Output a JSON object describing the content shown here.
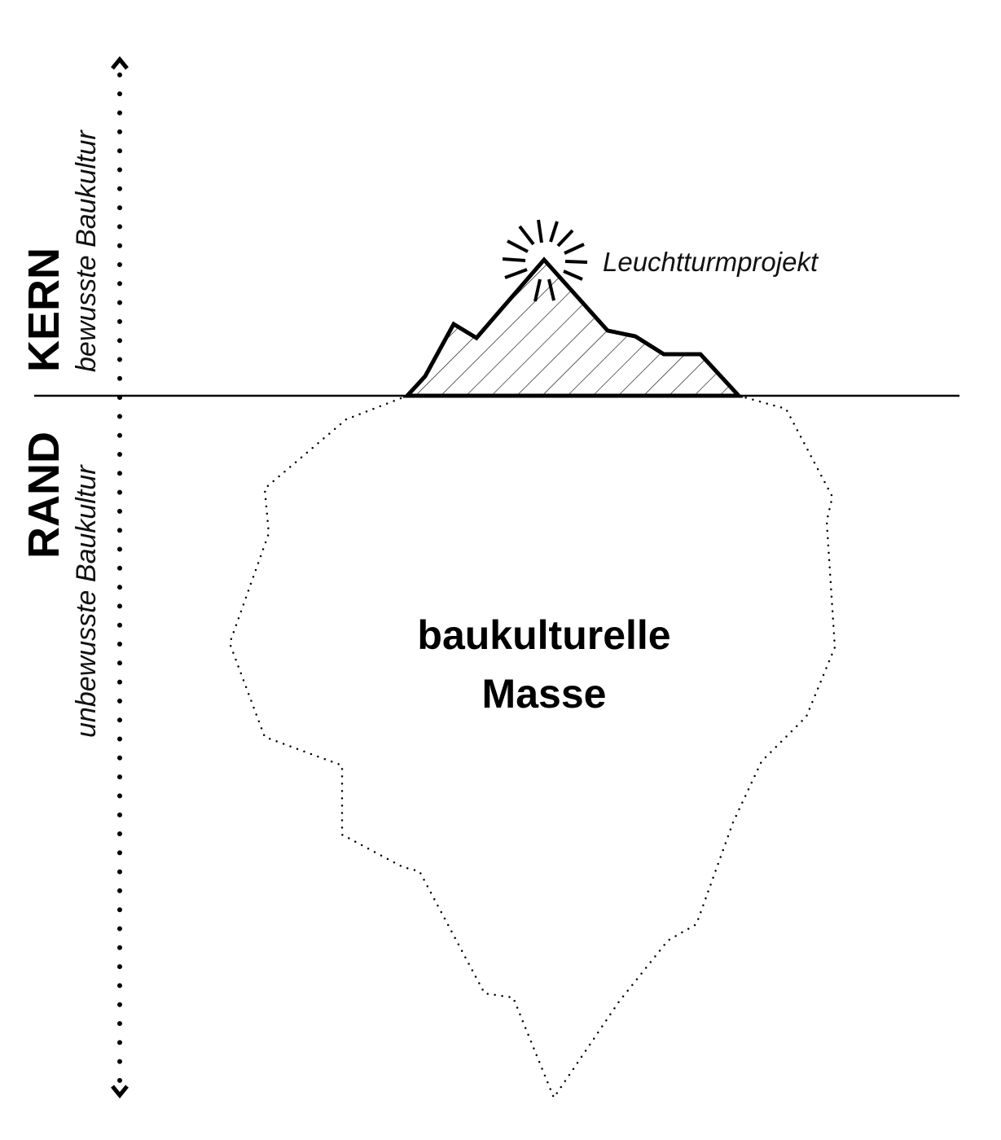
{
  "labels": {
    "kern": "KERN",
    "kern_sub": "bewusste Baukultur",
    "rand": "RAND",
    "rand_sub": "unbewusste Baukultur",
    "peak": "Leuchtturmprojekt",
    "mass_line1": "baukulturelle",
    "mass_line2": "Masse"
  },
  "colors": {
    "ink": "#000000",
    "background": "#ffffff"
  }
}
